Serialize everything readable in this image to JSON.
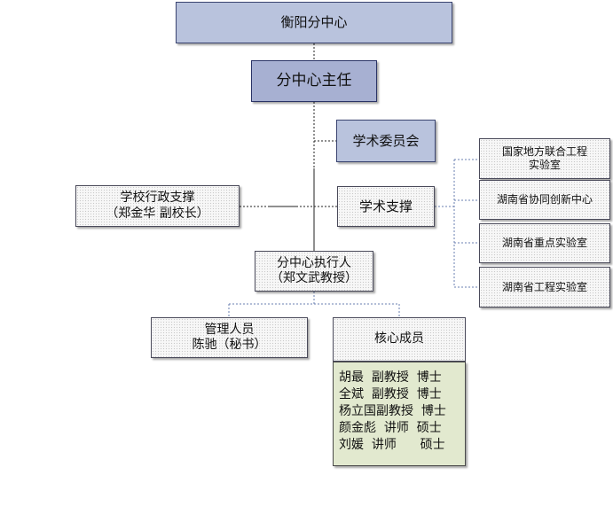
{
  "nodes": {
    "center": "衡阳分中心",
    "director": "分中心主任",
    "academic_committee": "学术委员会",
    "academic_support": "学术支撑",
    "admin_support": {
      "line1": "学校行政支撑",
      "line2": "（郑金华  副校长）"
    },
    "executive": {
      "line1": "分中心执行人",
      "line2": "（郑文武教授）"
    },
    "management": {
      "line1": "管理人员",
      "line2": "陈驰（秘书）"
    },
    "core_members": "核心成员",
    "labs": [
      {
        "line1": "国家地方联合工程",
        "line2": "实验室"
      },
      {
        "line1": "湖南省协同创新中心",
        "line2": ""
      },
      {
        "line1": "湖南省重点实验室",
        "line2": ""
      },
      {
        "line1": "湖南省工程实验室",
        "line2": ""
      }
    ]
  },
  "members": [
    "胡最  副教授  博士",
    "全斌  副教授  博士",
    "杨立国副教授  博士",
    "颜金彪  讲师  硕士",
    "刘媛  讲师      硕士"
  ],
  "colors": {
    "blue_box": "#b9c3dd",
    "director_box": "#a7b0d2",
    "members_box": "#e2e9cf",
    "connector_blue": "#6a7fb0",
    "connector_dark": "#222222"
  }
}
